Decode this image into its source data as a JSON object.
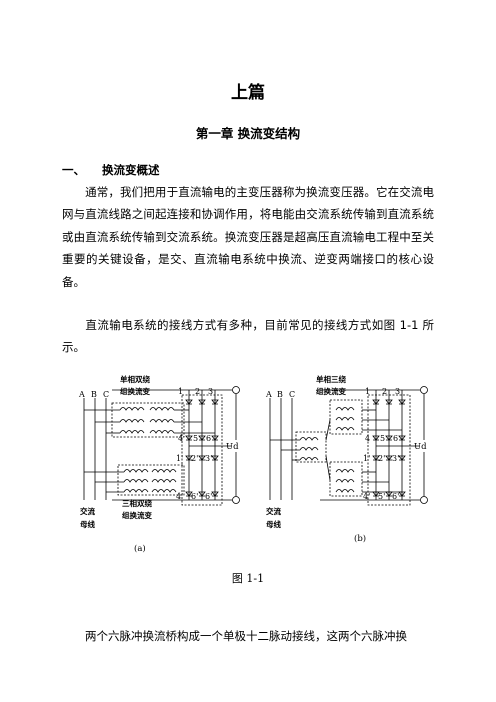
{
  "part_title": "上篇",
  "chapter_title": "第一章 换流变结构",
  "section": {
    "number": "一、",
    "title": "换流变概述"
  },
  "paragraphs": [
    "通常，我们把用于直流输电的主变压器称为换流变压器。它在交流电网与直流线路之间起连接和协调作用，将电能由交流系统传输到直流系统或由直流系统传输到交流系统。换流变压器是超高压直流输电工程中至关重要的关键设备，是交、直流输电系统中换流、逆变两端接口的核心设备。",
    "直流输电系统的接线方式有多种，目前常见的接线方式如图 1-1 所示。"
  ],
  "figure": {
    "caption": "图 1-1",
    "left": {
      "phase_labels": [
        "A",
        "B",
        "C"
      ],
      "label_top_1": "单相双绕",
      "label_top_2": "组换流变",
      "label_bottom_1": "三相双绕",
      "label_bottom_2": "组换流变",
      "bus_1": "交流",
      "bus_2": "母线",
      "sub": "(a)",
      "dc_label": "Ud",
      "node_top": [
        "1",
        "2",
        "3"
      ],
      "node_mid": [
        "4",
        "5",
        "6"
      ],
      "node_mid2": [
        "1'",
        "2'",
        "3'"
      ],
      "node_bot": [
        "4'",
        "6'",
        "6'"
      ]
    },
    "right": {
      "phase_labels": [
        "A",
        "B",
        "C"
      ],
      "label_top_1": "单相三绕",
      "label_top_2": "组换流变",
      "bus_1": "交流",
      "bus_2": "母线",
      "sub": "(b)",
      "dc_label": "Ud",
      "node_top": [
        "1",
        "2",
        "3"
      ],
      "node_mid": [
        "4",
        "5",
        "6"
      ],
      "node_mid2": [
        "1'",
        "2'",
        "3'"
      ],
      "node_bot": [
        "4'",
        "5'",
        "6'"
      ]
    }
  },
  "bottom_text": "两个六脉冲换流桥构成一个单极十二脉动接线，这两个六脉冲换"
}
